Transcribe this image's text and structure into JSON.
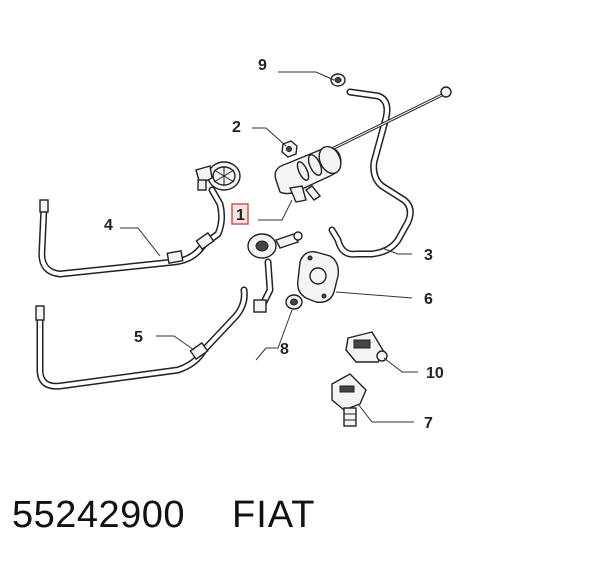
{
  "diagram": {
    "callouts": [
      {
        "id": "c9",
        "label": "9"
      },
      {
        "id": "c2",
        "label": "2"
      },
      {
        "id": "c1",
        "label": "1"
      },
      {
        "id": "c4",
        "label": "4"
      },
      {
        "id": "c3",
        "label": "3"
      },
      {
        "id": "c6",
        "label": "6"
      },
      {
        "id": "c5",
        "label": "5"
      },
      {
        "id": "c8",
        "label": "8"
      },
      {
        "id": "c10",
        "label": "10"
      },
      {
        "id": "c7",
        "label": "7"
      }
    ],
    "highlight_color": "#d9534f"
  },
  "footer": {
    "part_number": "55242900",
    "brand": "FIAT"
  }
}
